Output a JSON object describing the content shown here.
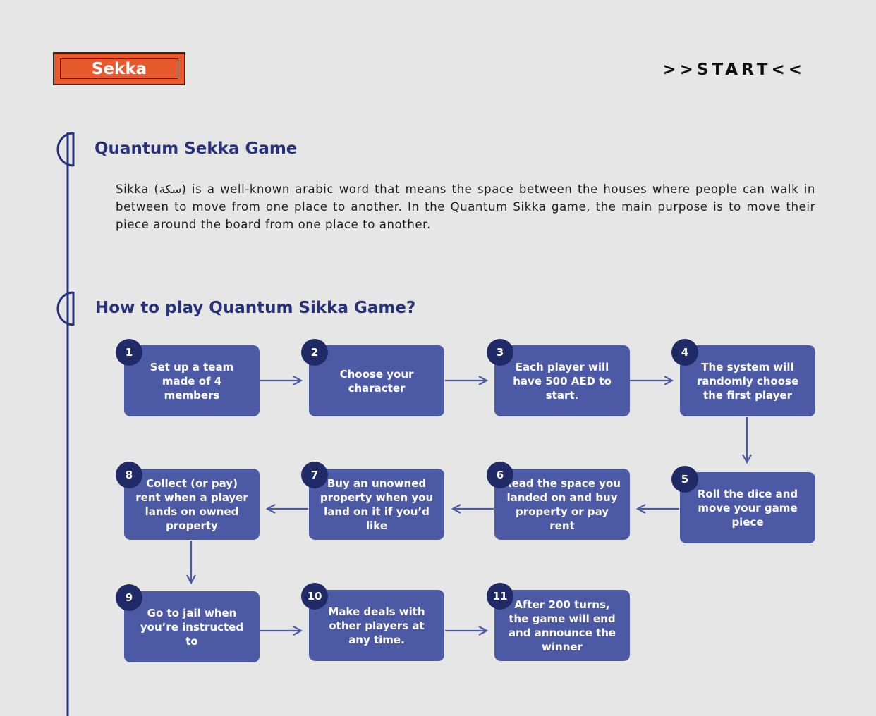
{
  "header": {
    "logo_text": "Sekka",
    "start_label": ">>START<<"
  },
  "intro_section": {
    "title": "Quantum Sekka Game",
    "body": "Sikka (سكة) is a well-known arabic word that means the space between the houses where people can walk in between to move from one place to another. In the Quantum Sikka game, the main purpose is to move their piece around the board from one place to another."
  },
  "steps_section": {
    "title": "How to play Quantum Sikka Game?",
    "steps": [
      {
        "number": "1",
        "text": "Set up a team made of 4 members"
      },
      {
        "number": "2",
        "text": "Choose your character"
      },
      {
        "number": "3",
        "text": "Each player will have 500 AED to start."
      },
      {
        "number": "4",
        "text": "The system will randomly choose the first player"
      },
      {
        "number": "5",
        "text": "Roll the dice and move your game piece"
      },
      {
        "number": "6",
        "text": "Read the space you landed on and buy property or pay rent"
      },
      {
        "number": "7",
        "text": "Buy an unowned property when you land on it if you’d like"
      },
      {
        "number": "8",
        "text": "Collect (or pay) rent when a player lands on owned property"
      },
      {
        "number": "9",
        "text": "Go to jail when you’re instructed to"
      },
      {
        "number": "10",
        "text": "Make deals with other players at any time."
      },
      {
        "number": "11",
        "text": "After 200 turns, the game will end and announce the winner"
      }
    ]
  },
  "colors": {
    "background": "#e6e6e6",
    "accent": "#e85a2e",
    "step_box": "#4c5aa5",
    "badge": "#1f2a66",
    "title": "#27327a"
  }
}
